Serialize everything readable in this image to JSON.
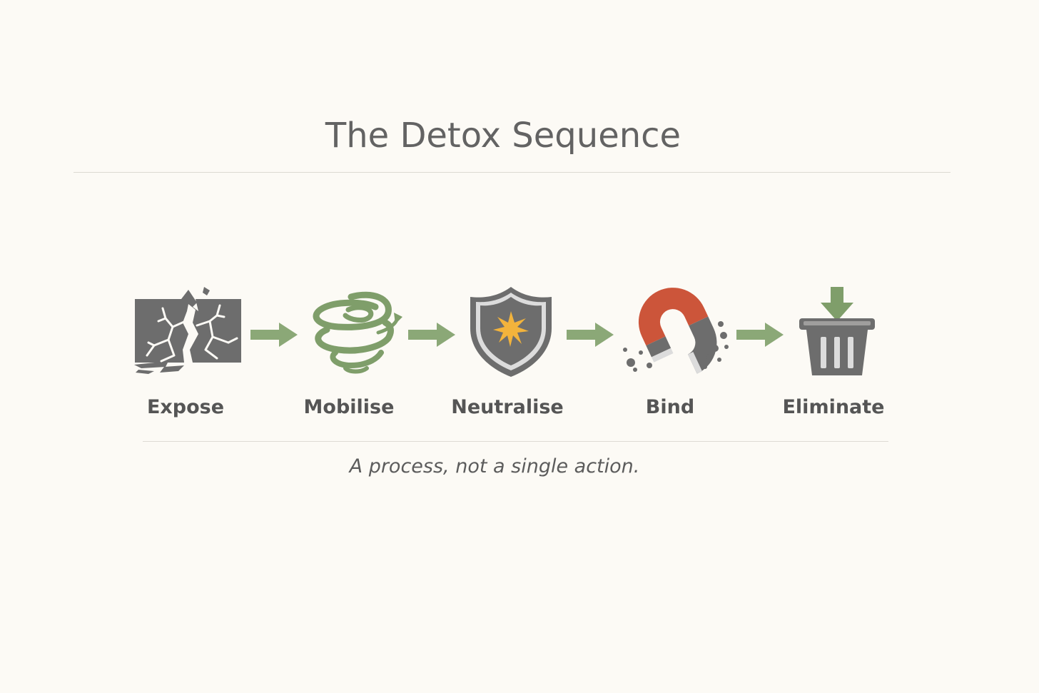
{
  "title": "The Detox Sequence",
  "steps": [
    {
      "label": "Expose",
      "icon": "cracked-block-icon"
    },
    {
      "label": "Mobilise",
      "icon": "swirl-icon"
    },
    {
      "label": "Neutralise",
      "icon": "shield-icon"
    },
    {
      "label": "Bind",
      "icon": "magnet-icon"
    },
    {
      "label": "Eliminate",
      "icon": "bin-icon"
    }
  ],
  "caption": "A process, not a single action.",
  "colors": {
    "background": "#fcfaf5",
    "icon_gray": "#6b6b6b",
    "accent_green": "#7f9e6a",
    "magnet_red": "#cc553a",
    "star_yellow": "#f2b33c"
  }
}
